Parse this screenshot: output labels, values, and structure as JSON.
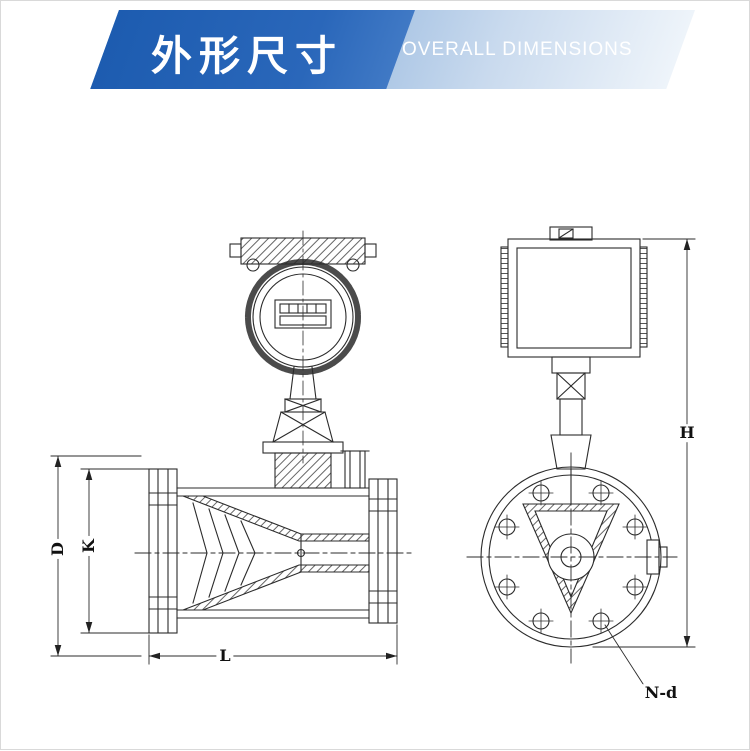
{
  "banner": {
    "title_cn": "外形尺寸",
    "title_en": "OVERALL DIMENSIONS",
    "accent_dark": "#1d5cb0",
    "accent_light": "#9dbfe2"
  },
  "drawing": {
    "line_color": "#2b2b2b",
    "labels": {
      "width_d": "D",
      "width_k": "K",
      "length_l": "L",
      "height_h": "H",
      "bolt_spec": "N-d"
    }
  }
}
